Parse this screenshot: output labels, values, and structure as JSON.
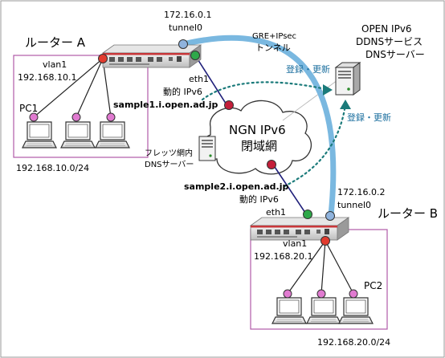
{
  "router_a": {
    "title": "ルーター A",
    "vlan_label": "vlan1",
    "lan_ip": "192.168.10.1",
    "eth_label": "eth1",
    "wan_ip_type": "動的 IPv6",
    "ddns_host": "sample1.i.open.ad.jp",
    "tunnel_ip": "172.16.0.1",
    "tunnel_label": "tunnel0",
    "pc_label": "PC1",
    "subnet": "192.168.10.0/24"
  },
  "router_b": {
    "title": "ルーター B",
    "vlan_label": "vlan1",
    "lan_ip": "192.168.20.1",
    "eth_label": "eth1",
    "wan_ip_type": "動的 IPv6",
    "ddns_host": "sample2.i.open.ad.jp",
    "tunnel_ip": "172.16.0.2",
    "tunnel_label": "tunnel0",
    "pc_label": "PC2",
    "subnet": "192.168.20.0/24"
  },
  "tunnel": {
    "line1": "GRE+IPsec",
    "line2": "トンネル"
  },
  "ngn": {
    "line1": "NGN IPv6",
    "line2": "閉域網"
  },
  "flets_dns": {
    "line1": "フレッツ網内",
    "line2": "DNSサーバー"
  },
  "open_server": {
    "line1": "OPEN IPv6",
    "line2": "DDNSサービス",
    "line3": "DNSサーバー"
  },
  "register": {
    "upper": "登録・更新",
    "lower": "登録・更新"
  },
  "colors": {
    "tunnel": "#7ab8e0",
    "register_line": "#1a7a7a",
    "register_text": "#1a6e9e",
    "lan_box": "#b05aa8",
    "wan_line": "#1f1f7a",
    "eth_port": "#2ea84a",
    "wan_node": "#c41e3a",
    "tunnel_port": "#8fb3dd",
    "vlan_port": "#e23b2e",
    "pc_port": "#e07ad0"
  }
}
